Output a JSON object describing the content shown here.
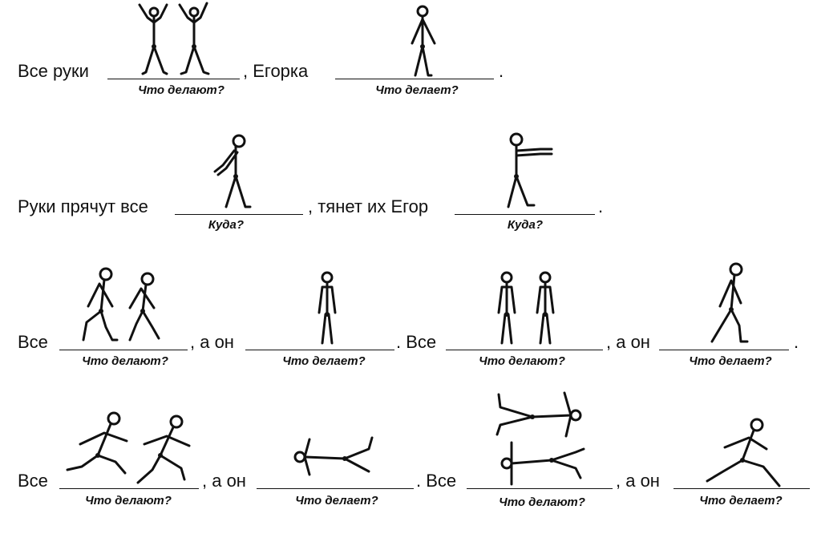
{
  "rows": [
    {
      "prefix": "Все руки",
      "blank1_hint": "Что делают?",
      "middle": ",  Егорка",
      "blank2_hint": "Что делает?",
      "suffix": "."
    },
    {
      "prefix": "Руки прячут все",
      "blank1_hint": "Куда?",
      "middle": ", тянет их Егор",
      "blank2_hint": "Куда?",
      "suffix": "."
    },
    {
      "prefix": "Все",
      "blank1_hint": "Что делают?",
      "middle": ", а он",
      "blank2_hint": "Что делает?",
      "middle2": ". Все",
      "blank3_hint": "Что делают?",
      "middle3": ", а он",
      "blank4_hint": "Что делает?",
      "suffix": "."
    },
    {
      "prefix": "Все",
      "blank1_hint": "Что делают?",
      "middle": ", а он",
      "blank2_hint": "Что делает?",
      "middle2": ". Все",
      "blank3_hint": "Что делают?",
      "middle3": ", а он",
      "blank4_hint": "Что делает?"
    }
  ],
  "figures": [
    {
      "row": 1,
      "pose": "arms-raised-pair"
    },
    {
      "row": 1,
      "pose": "arms-down-standing"
    },
    {
      "row": 2,
      "pose": "hands-behind-back"
    },
    {
      "row": 2,
      "pose": "arms-stretched-forward"
    },
    {
      "row": 3,
      "pose": "walking-pair"
    },
    {
      "row": 3,
      "pose": "standing-still"
    },
    {
      "row": 3,
      "pose": "standing-still-pair"
    },
    {
      "row": 3,
      "pose": "walking"
    },
    {
      "row": 4,
      "pose": "running-pair"
    },
    {
      "row": 4,
      "pose": "lying-down"
    },
    {
      "row": 4,
      "pose": "lying-down-pair"
    },
    {
      "row": 4,
      "pose": "running"
    }
  ]
}
